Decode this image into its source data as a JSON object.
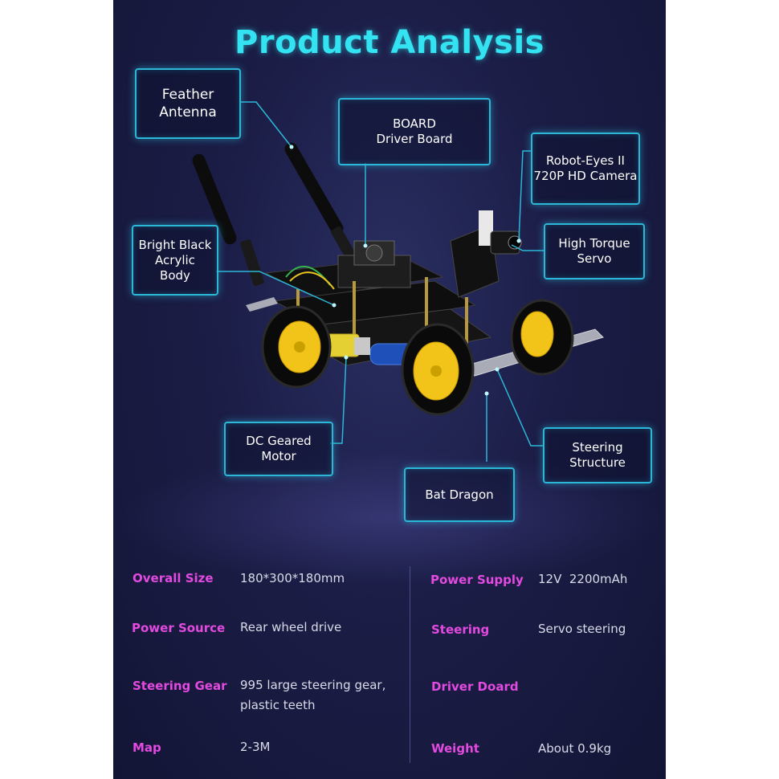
{
  "title": "Product Analysis",
  "callouts": {
    "feather_antenna": "Feather\nAntenna",
    "board": "BOARD\nDriver Board",
    "camera": "Robot-Eyes II\n720P HD Camera",
    "body": "Bright Black\nAcrylic\nBody",
    "servo": "High Torque\nServo",
    "motor": "DC Geared\nMotor",
    "steering_structure": "Steering\nStructure",
    "battery": "Bat Dragon"
  },
  "specs": {
    "left": [
      {
        "label": "Overall Size",
        "value": "180*300*180mm"
      },
      {
        "label": "Power Source",
        "value": "Rear wheel drive"
      },
      {
        "label": "Steering Gear",
        "value": "995 large steering gear,\nplastic teeth"
      },
      {
        "label": "Map",
        "value": "2-3M"
      }
    ],
    "right": [
      {
        "label": "Power Supply",
        "value": "12V  2200mAh"
      },
      {
        "label": "Steering",
        "value": "Servo steering"
      },
      {
        "label": "Driver Doard",
        "value": ""
      },
      {
        "label": "Weight",
        "value": "About 0.9kg"
      }
    ]
  },
  "colors": {
    "title": "#33e3f2",
    "callout_border": "#2bb8d8",
    "spec_label": "#e24ae0",
    "background": "#1b1d46"
  }
}
